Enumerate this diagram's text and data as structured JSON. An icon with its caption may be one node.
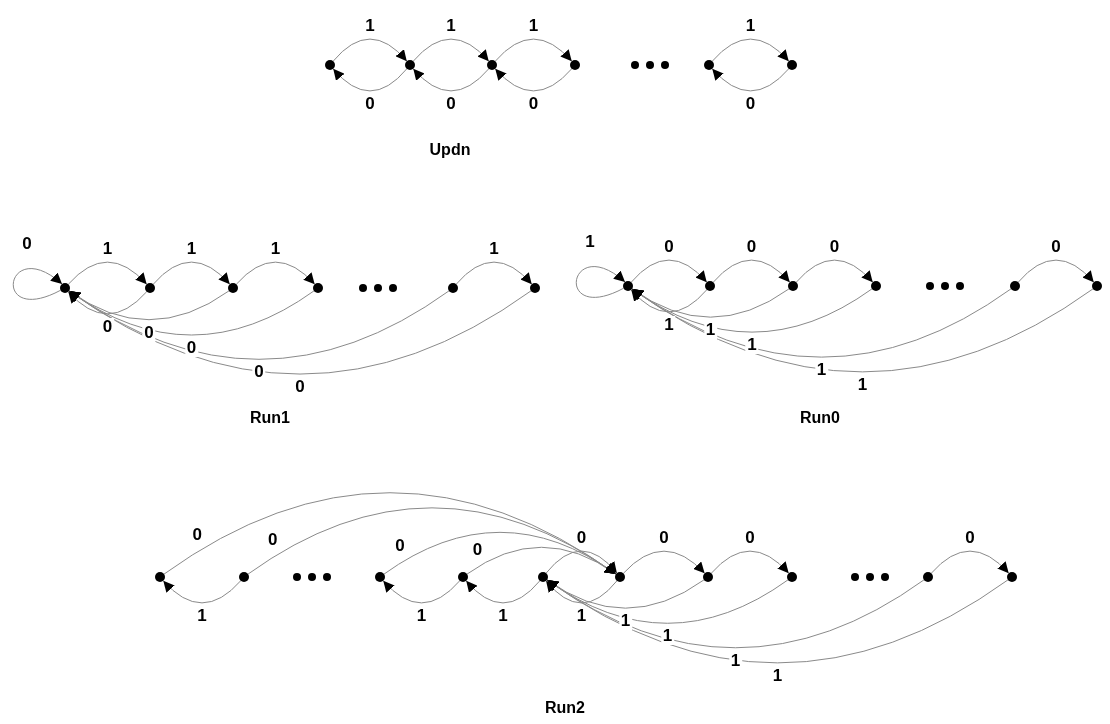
{
  "diagram": {
    "nodes": [
      {
        "text": [],
        "shape": "circle"
      },
      {
        "text": [],
        "shape": "circle"
      },
      {
        "text": [],
        "shape": "circle"
      },
      {
        "text": [],
        "shape": "circle"
      },
      {
        "text": [],
        "shape": "circle"
      },
      {
        "text": [],
        "shape": "circle"
      },
      {
        "text": [],
        "shape": "circle"
      },
      {
        "text": [],
        "shape": "circle"
      },
      {
        "text": [],
        "shape": "circle"
      },
      {
        "text": [],
        "shape": "circle"
      },
      {
        "text": [],
        "shape": "circle"
      },
      {
        "text": [],
        "shape": "circle"
      },
      {
        "text": [],
        "shape": "circle"
      },
      {
        "text": [],
        "shape": "circle"
      },
      {
        "text": [],
        "shape": "circle"
      },
      {
        "text": [],
        "shape": "circle"
      },
      {
        "text": [],
        "shape": "circle"
      },
      {
        "text": [],
        "shape": "circle"
      },
      {
        "text": [],
        "shape": "circle"
      },
      {
        "text": [],
        "shape": "circle"
      },
      {
        "text": [],
        "shape": "circle"
      },
      {
        "text": [],
        "shape": "circle"
      },
      {
        "text": [],
        "shape": "circle"
      },
      {
        "text": [],
        "shape": "circle"
      },
      {
        "text": [],
        "shape": "circle"
      },
      {
        "text": [],
        "shape": "circle"
      },
      {
        "text": [],
        "shape": "circle"
      },
      {
        "text": [],
        "shape": "circle"
      }
    ],
    "edges": [
      {
        "from": 0,
        "to": 1,
        "arrow": "to",
        "label": "1"
      },
      {
        "from": 1,
        "to": 0,
        "arrow": "to",
        "label": "0"
      },
      {
        "from": 1,
        "to": 2,
        "arrow": "to",
        "label": "1"
      },
      {
        "from": 2,
        "to": 1,
        "arrow": "to",
        "label": "0"
      },
      {
        "from": 2,
        "to": 3,
        "arrow": "to",
        "label": "1"
      },
      {
        "from": 3,
        "to": 2,
        "arrow": "to",
        "label": "0"
      },
      {
        "from": 4,
        "to": 5,
        "arrow": "to",
        "label": "1"
      },
      {
        "from": 5,
        "to": 4,
        "arrow": "to",
        "label": "0"
      },
      {
        "from": 6,
        "to": 6,
        "arrow": "to",
        "label": "0"
      },
      {
        "from": 6,
        "to": 7,
        "arrow": "to",
        "label": "1"
      },
      {
        "from": 7,
        "to": 8,
        "arrow": "to",
        "label": "1"
      },
      {
        "from": 8,
        "to": 9,
        "arrow": "to",
        "label": "1"
      },
      {
        "from": 10,
        "to": 11,
        "arrow": "to",
        "label": "1"
      },
      {
        "from": 7,
        "to": 6,
        "arrow": "to",
        "label": "0"
      },
      {
        "from": 8,
        "to": 6,
        "arrow": "to",
        "label": "0"
      },
      {
        "from": 9,
        "to": 6,
        "arrow": "to",
        "label": "0"
      },
      {
        "from": 10,
        "to": 6,
        "arrow": "to",
        "label": "0"
      },
      {
        "from": 11,
        "to": 6,
        "arrow": "to",
        "label": "0"
      },
      {
        "from": 12,
        "to": 12,
        "arrow": "to",
        "label": "1"
      },
      {
        "from": 12,
        "to": 13,
        "arrow": "to",
        "label": "0"
      },
      {
        "from": 13,
        "to": 14,
        "arrow": "to",
        "label": "0"
      },
      {
        "from": 14,
        "to": 15,
        "arrow": "to",
        "label": "0"
      },
      {
        "from": 16,
        "to": 17,
        "arrow": "to",
        "label": "0"
      },
      {
        "from": 13,
        "to": 12,
        "arrow": "to",
        "label": "1"
      },
      {
        "from": 14,
        "to": 12,
        "arrow": "to",
        "label": "1"
      },
      {
        "from": 15,
        "to": 12,
        "arrow": "to",
        "label": "1"
      },
      {
        "from": 16,
        "to": 12,
        "arrow": "to",
        "label": "1"
      },
      {
        "from": 17,
        "to": 12,
        "arrow": "to",
        "label": "1"
      },
      {
        "from": 19,
        "to": 18,
        "arrow": "to",
        "label": "1"
      },
      {
        "from": 21,
        "to": 20,
        "arrow": "to",
        "label": "1"
      },
      {
        "from": 22,
        "to": 21,
        "arrow": "to",
        "label": "1"
      },
      {
        "from": 18,
        "to": 23,
        "arrow": "to",
        "label": "0"
      },
      {
        "from": 19,
        "to": 23,
        "arrow": "to",
        "label": "0"
      },
      {
        "from": 20,
        "to": 23,
        "arrow": "to",
        "label": "0"
      },
      {
        "from": 21,
        "to": 23,
        "arrow": "to",
        "label": "0"
      },
      {
        "from": 22,
        "to": 23,
        "arrow": "to",
        "label": "0"
      },
      {
        "from": 23,
        "to": 24,
        "arrow": "to",
        "label": "0"
      },
      {
        "from": 24,
        "to": 25,
        "arrow": "to",
        "label": "0"
      },
      {
        "from": 26,
        "to": 27,
        "arrow": "to",
        "label": "0"
      },
      {
        "from": 23,
        "to": 22,
        "arrow": "to",
        "label": "1"
      },
      {
        "from": 24,
        "to": 22,
        "arrow": "to",
        "label": "1"
      },
      {
        "from": 25,
        "to": 22,
        "arrow": "to",
        "label": "1"
      },
      {
        "from": 26,
        "to": 22,
        "arrow": "to",
        "label": "1"
      },
      {
        "from": 27,
        "to": 22,
        "arrow": "to",
        "label": "1"
      }
    ],
    "labels": [
      "Updn",
      "Run1",
      "Run0",
      "Run2"
    ]
  }
}
